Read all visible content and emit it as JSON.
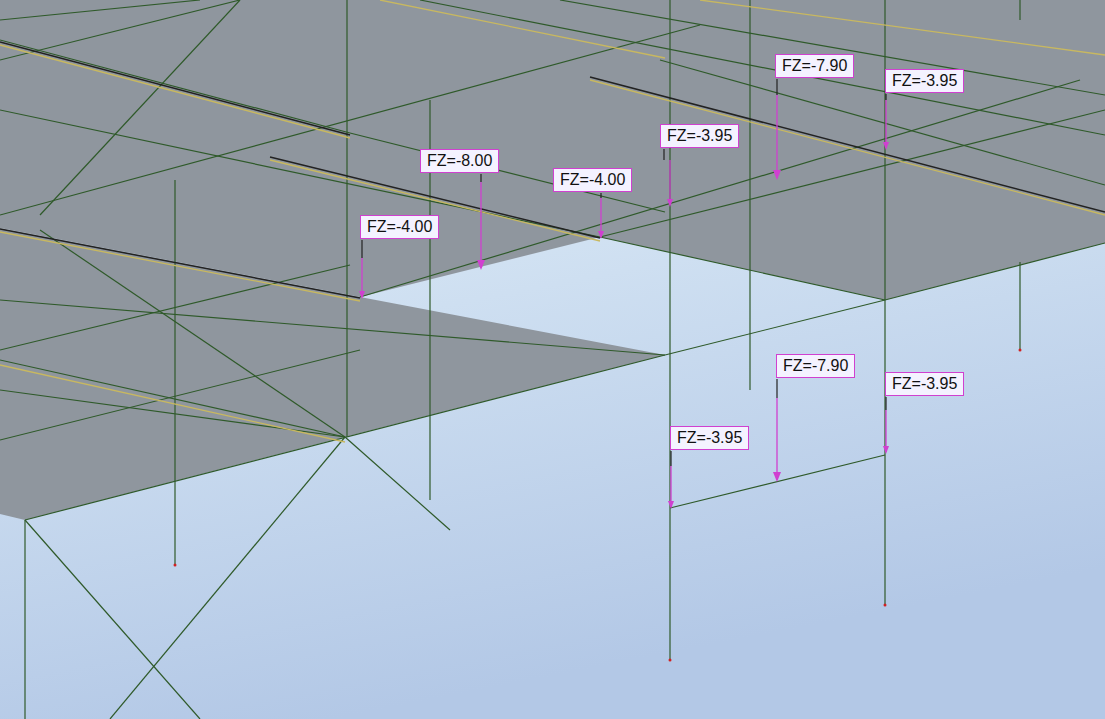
{
  "diagram": {
    "labels": [
      "FZ=-7.90",
      "FZ=-3.95",
      "FZ=-3.95",
      "FZ=-8.00",
      "FZ=-4.00",
      "FZ=-4.00",
      "FZ=-7.90",
      "FZ=-3.95",
      "FZ=-3.95"
    ]
  }
}
